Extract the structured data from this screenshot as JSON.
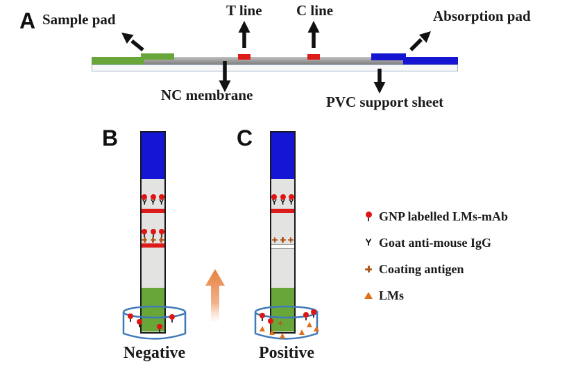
{
  "panel_a": {
    "label": "A",
    "labels": {
      "sample_pad": "Sample pad",
      "t_line": "T line",
      "c_line": "C line",
      "absorption_pad": "Absorption pad",
      "nc_membrane": "NC membrane",
      "pvc_support_sheet": "PVC support sheet"
    }
  },
  "panel_b": {
    "label": "B",
    "result": "Negative"
  },
  "panel_c": {
    "label": "C",
    "result": "Positive"
  },
  "legend": {
    "items": [
      {
        "name": "gnp-labelled-lms-mab",
        "label": "GNP labelled LMs-mAb"
      },
      {
        "name": "goat-anti-mouse-igg",
        "label": "Goat anti-mouse IgG"
      },
      {
        "name": "coating-antigen",
        "label": "Coating antigen"
      },
      {
        "name": "lms",
        "label": "LMs"
      }
    ]
  },
  "glyphs": {
    "igg": "Y"
  },
  "colors": {
    "sample_pad_green": "#69a63a",
    "absorption_pad_blue": "#1515d2",
    "line_red": "#de1b1b",
    "gnp_red": "#e01414",
    "beaker_blue": "#3e79b8",
    "antigen_brown": "#b05a1e",
    "lm_orange": "#e0711c",
    "flow_arrow_orange": "#e5813e"
  }
}
